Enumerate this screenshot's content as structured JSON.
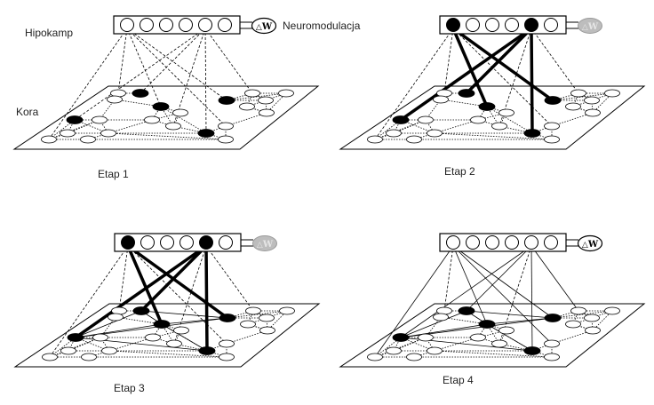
{
  "labels": {
    "hippocampus": "Hipokamp",
    "neuromodulation": "Neuromodulacja",
    "cortex": "Kora"
  },
  "delta_w": {
    "symbol": "ΔW",
    "triangle": "△",
    "letter": "W"
  },
  "colors": {
    "ink": "#000000",
    "inactive_fill": "#bdbdbd",
    "inactive_stroke": "#9a9a9a",
    "background": "#ffffff"
  },
  "hippocampus_unit_count": 6,
  "cortex_nodes": [
    {
      "id": "a1",
      "active": false
    },
    {
      "id": "a2",
      "active": false
    },
    {
      "id": "A",
      "active": true
    },
    {
      "id": "B",
      "active": true
    },
    {
      "id": "b1",
      "active": false
    },
    {
      "id": "b2",
      "active": false
    },
    {
      "id": "b3",
      "active": false
    },
    {
      "id": "C",
      "active": true
    },
    {
      "id": "c1",
      "active": false
    },
    {
      "id": "c2",
      "active": false
    },
    {
      "id": "c3",
      "active": false
    },
    {
      "id": "c4",
      "active": false
    },
    {
      "id": "c5",
      "active": false
    },
    {
      "id": "D",
      "active": true
    },
    {
      "id": "d1",
      "active": false
    },
    {
      "id": "d2",
      "active": false
    },
    {
      "id": "d3",
      "active": false
    },
    {
      "id": "d4",
      "active": false
    },
    {
      "id": "d5",
      "active": false
    },
    {
      "id": "E",
      "active": true
    },
    {
      "id": "e1",
      "active": false
    },
    {
      "id": "e2",
      "active": false
    }
  ],
  "cortex_local_edges": [
    [
      "a1",
      "A"
    ],
    [
      "a1",
      "a2"
    ],
    [
      "a2",
      "B"
    ],
    [
      "a2",
      "c1"
    ],
    [
      "B",
      "b1"
    ],
    [
      "B",
      "b2"
    ],
    [
      "B",
      "b3"
    ],
    [
      "b1",
      "b2"
    ],
    [
      "b2",
      "b3"
    ],
    [
      "b1",
      "b3"
    ],
    [
      "b2",
      "c1"
    ],
    [
      "C",
      "c1"
    ],
    [
      "C",
      "c2"
    ],
    [
      "C",
      "c3"
    ],
    [
      "c1",
      "c2"
    ],
    [
      "c1",
      "c3"
    ],
    [
      "c2",
      "c3"
    ],
    [
      "c2",
      "c4"
    ],
    [
      "c3",
      "c5"
    ],
    [
      "c4",
      "c5"
    ],
    [
      "C",
      "c4"
    ],
    [
      "c1",
      "c4"
    ],
    [
      "c3",
      "b2"
    ],
    [
      "D",
      "d1"
    ],
    [
      "D",
      "d2"
    ],
    [
      "D",
      "d3"
    ],
    [
      "d1",
      "d2"
    ],
    [
      "d1",
      "d3"
    ],
    [
      "d2",
      "d3"
    ],
    [
      "d2",
      "d4"
    ],
    [
      "d3",
      "d5"
    ],
    [
      "d4",
      "d5"
    ],
    [
      "d2",
      "d5"
    ],
    [
      "d1",
      "d4"
    ],
    [
      "d4",
      "d5"
    ],
    [
      "E",
      "e1"
    ],
    [
      "E",
      "e2"
    ],
    [
      "e1",
      "e2"
    ],
    [
      "e1",
      "d5"
    ],
    [
      "E",
      "c3"
    ],
    [
      "E",
      "b3"
    ],
    [
      "e2",
      "c5"
    ],
    [
      "c3",
      "e2"
    ],
    [
      "B",
      "E"
    ]
  ],
  "stages": [
    {
      "label": "Etap 1",
      "hippocampus_active": [],
      "neuromodulation_active": true,
      "hippo_edges": [
        {
          "from": 0,
          "to": "c4",
          "style": "dash"
        },
        {
          "from": 0,
          "to": "a1",
          "style": "dash"
        },
        {
          "from": 0,
          "to": "B",
          "style": "dash"
        },
        {
          "from": 0,
          "to": "D",
          "style": "dash"
        },
        {
          "from": 0,
          "to": "e1",
          "style": "dash"
        },
        {
          "from": 4,
          "to": "C",
          "style": "dash"
        },
        {
          "from": 4,
          "to": "A",
          "style": "dash"
        },
        {
          "from": 4,
          "to": "b3",
          "style": "dash"
        },
        {
          "from": 4,
          "to": "E",
          "style": "dash"
        },
        {
          "from": 4,
          "to": "d1",
          "style": "dash"
        }
      ],
      "cortex_assembly_links": false
    },
    {
      "label": "Etap 2",
      "hippocampus_active": [
        0,
        4
      ],
      "neuromodulation_active": false,
      "hippo_edges": [
        {
          "from": 0,
          "to": "c4",
          "style": "dash"
        },
        {
          "from": 0,
          "to": "a1",
          "style": "dash"
        },
        {
          "from": 0,
          "to": "B",
          "style": "thick"
        },
        {
          "from": 0,
          "to": "D",
          "style": "thick"
        },
        {
          "from": 0,
          "to": "e1",
          "style": "dash"
        },
        {
          "from": 4,
          "to": "C",
          "style": "thick"
        },
        {
          "from": 4,
          "to": "A",
          "style": "thick"
        },
        {
          "from": 4,
          "to": "b3",
          "style": "dash"
        },
        {
          "from": 4,
          "to": "E",
          "style": "thick"
        },
        {
          "from": 4,
          "to": "d1",
          "style": "dash"
        }
      ],
      "cortex_assembly_links": false
    },
    {
      "label": "Etap 3",
      "hippocampus_active": [
        0,
        4
      ],
      "neuromodulation_active": false,
      "hippo_edges": [
        {
          "from": 0,
          "to": "c4",
          "style": "dash"
        },
        {
          "from": 0,
          "to": "a1",
          "style": "dash"
        },
        {
          "from": 0,
          "to": "B",
          "style": "thick"
        },
        {
          "from": 0,
          "to": "D",
          "style": "thick"
        },
        {
          "from": 0,
          "to": "e1",
          "style": "dash"
        },
        {
          "from": 4,
          "to": "C",
          "style": "thick"
        },
        {
          "from": 4,
          "to": "A",
          "style": "thick"
        },
        {
          "from": 4,
          "to": "b3",
          "style": "dash"
        },
        {
          "from": 4,
          "to": "E",
          "style": "thick"
        },
        {
          "from": 4,
          "to": "d1",
          "style": "dash"
        }
      ],
      "cortex_assembly_links": true
    },
    {
      "label": "Etap 4",
      "hippocampus_active": [],
      "neuromodulation_active": true,
      "hippo_edges": [
        {
          "from": 0,
          "to": "c4",
          "style": "thin"
        },
        {
          "from": 0,
          "to": "a1",
          "style": "dash"
        },
        {
          "from": 0,
          "to": "B",
          "style": "thin"
        },
        {
          "from": 0,
          "to": "D",
          "style": "thin"
        },
        {
          "from": 0,
          "to": "e1",
          "style": "thin"
        },
        {
          "from": 4,
          "to": "C",
          "style": "thin"
        },
        {
          "from": 4,
          "to": "A",
          "style": "thin"
        },
        {
          "from": 4,
          "to": "b3",
          "style": "dash"
        },
        {
          "from": 4,
          "to": "E",
          "style": "thin"
        },
        {
          "from": 4,
          "to": "d1",
          "style": "thin"
        }
      ],
      "cortex_assembly_links": true
    }
  ],
  "assembly_edges": [
    [
      "A",
      "B"
    ],
    [
      "A",
      "C"
    ],
    [
      "B",
      "C"
    ],
    [
      "B",
      "D"
    ],
    [
      "C",
      "D"
    ],
    [
      "C",
      "E"
    ],
    [
      "B",
      "E"
    ],
    [
      "A",
      "D"
    ]
  ]
}
